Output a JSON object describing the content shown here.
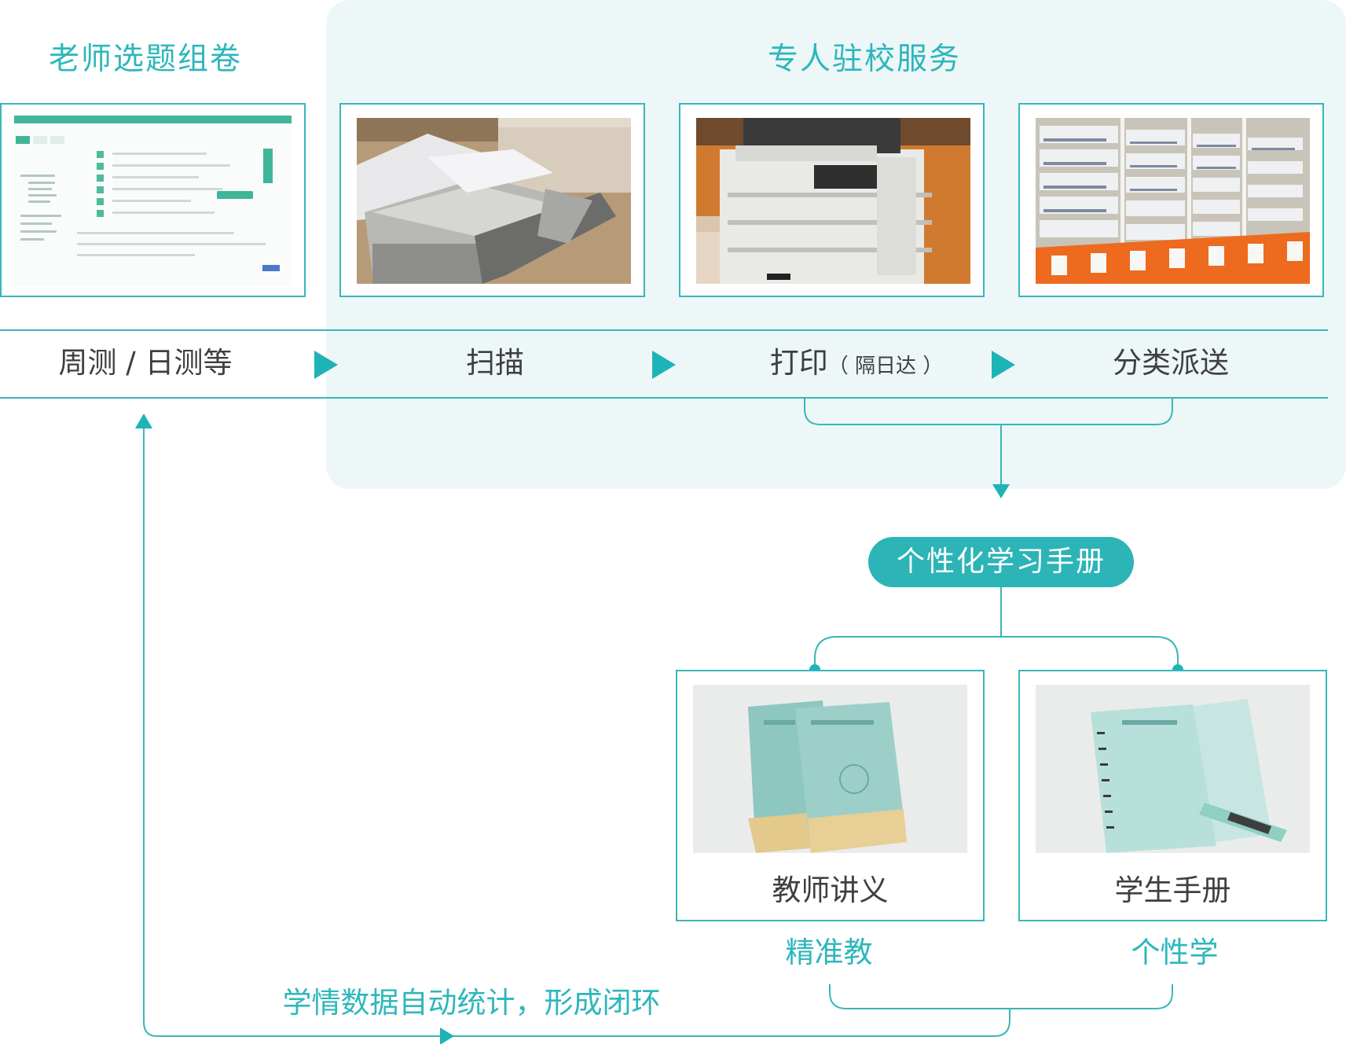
{
  "headings": {
    "left": "老师选题组卷",
    "right": "专人驻校服务"
  },
  "steps": [
    {
      "label": "周测 / 日测等",
      "note": ""
    },
    {
      "label": "扫描",
      "note": ""
    },
    {
      "label": "打印",
      "note": "（ 隔日达 ）"
    },
    {
      "label": "分类派送",
      "note": ""
    }
  ],
  "handbook": "个性化学习手册",
  "outputs": [
    {
      "label": "教师讲义",
      "caption": "精准教"
    },
    {
      "label": "学生手册",
      "caption": "个性学"
    }
  ],
  "loop_text": "学情数据自动统计，形成闭环",
  "colors": {
    "accent": "#2db7bc",
    "panel": "#eef7f8",
    "text": "#3f3f3f"
  }
}
